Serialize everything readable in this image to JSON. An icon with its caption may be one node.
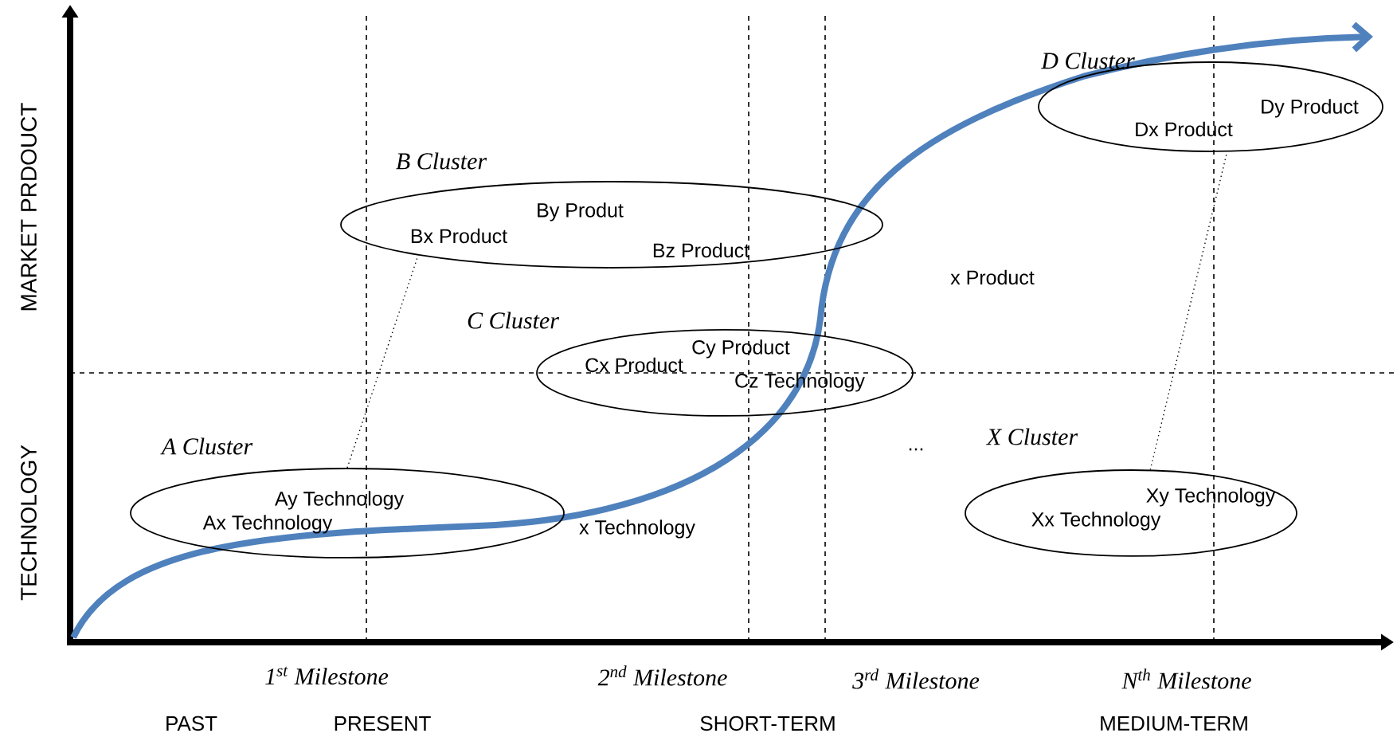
{
  "diagram": {
    "nodes": [
      {
        "text": [
          "A Cluster",
          "Ay Technology",
          "Ax Technology"
        ]
      },
      {
        "text": [
          "B Cluster",
          "Bx Product",
          "By Produt",
          "Bz Product"
        ]
      },
      {
        "text": [
          "C Cluster",
          "Cx Product",
          "Cy Product",
          "Cz Technology"
        ]
      },
      {
        "text": [
          "D Cluster",
          "Dx Product",
          "Dy Product"
        ]
      },
      {
        "text": [
          "X Cluster",
          "Xy Technology",
          "Xx Technology"
        ]
      }
    ],
    "edges": [
      {
        "from": 0,
        "to": 1,
        "arrow": "none",
        "style": "dashed"
      },
      {
        "from": 4,
        "to": 3,
        "arrow": "none",
        "style": "dashed"
      }
    ],
    "labels": [
      "MARKET PRDOUCT",
      "TECHNOLOGY",
      "x Product",
      "x Technology",
      "...",
      "1$^{st}$ Milestone",
      "2$^{nd}$ Milestone",
      "3$^{rd}$ Milestone",
      "N$^{th}$ Milestone",
      "PAST",
      "PRESENT",
      "SHORT-TERM",
      "MEDIUM-TERM"
    ]
  }
}
